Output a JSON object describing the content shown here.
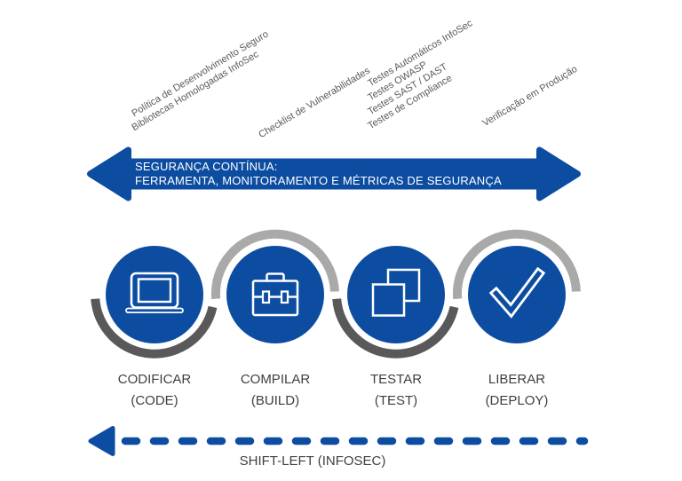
{
  "diagram": {
    "practice_labels": [
      {
        "lines": [
          "Política de Desenvolvimento Seguro",
          "Bibliotecas Homologadas InfoSec"
        ]
      },
      {
        "lines": [
          "Checklist de Vulnerabilidades"
        ]
      },
      {
        "lines": [
          "Testes Automáticos InfoSec",
          "Testes OWASP",
          "Testes SAST / DAST",
          "Testes de Compliance"
        ]
      },
      {
        "lines": [
          "Verificação em Produção"
        ]
      }
    ],
    "banner": {
      "line1": "SEGURANÇA CONTÍNUA:",
      "line2": "FERRAMENTA, MONITORAMENTO E MÉTRICAS DE SEGURANÇA"
    },
    "stages": [
      {
        "icon": "laptop-icon",
        "title": "CODIFICAR",
        "subtitle": "(CODE)"
      },
      {
        "icon": "briefcase-icon",
        "title": "COMPILAR",
        "subtitle": "(BUILD)"
      },
      {
        "icon": "copy-icon",
        "title": "TESTAR",
        "subtitle": "(TEST)"
      },
      {
        "icon": "check-icon",
        "title": "LIBERAR",
        "subtitle": "(DEPLOY)"
      }
    ],
    "shift_left_label": "SHIFT-LEFT (INFOSEC)",
    "colors": {
      "blue": "#0C4DA2",
      "dark_gray_arc": "#595959",
      "light_gray_arc": "#A9A9A9",
      "label_text": "#3F3F3F",
      "rotated_label_text": "#595959",
      "banner_text": "#FFFFFF"
    }
  }
}
